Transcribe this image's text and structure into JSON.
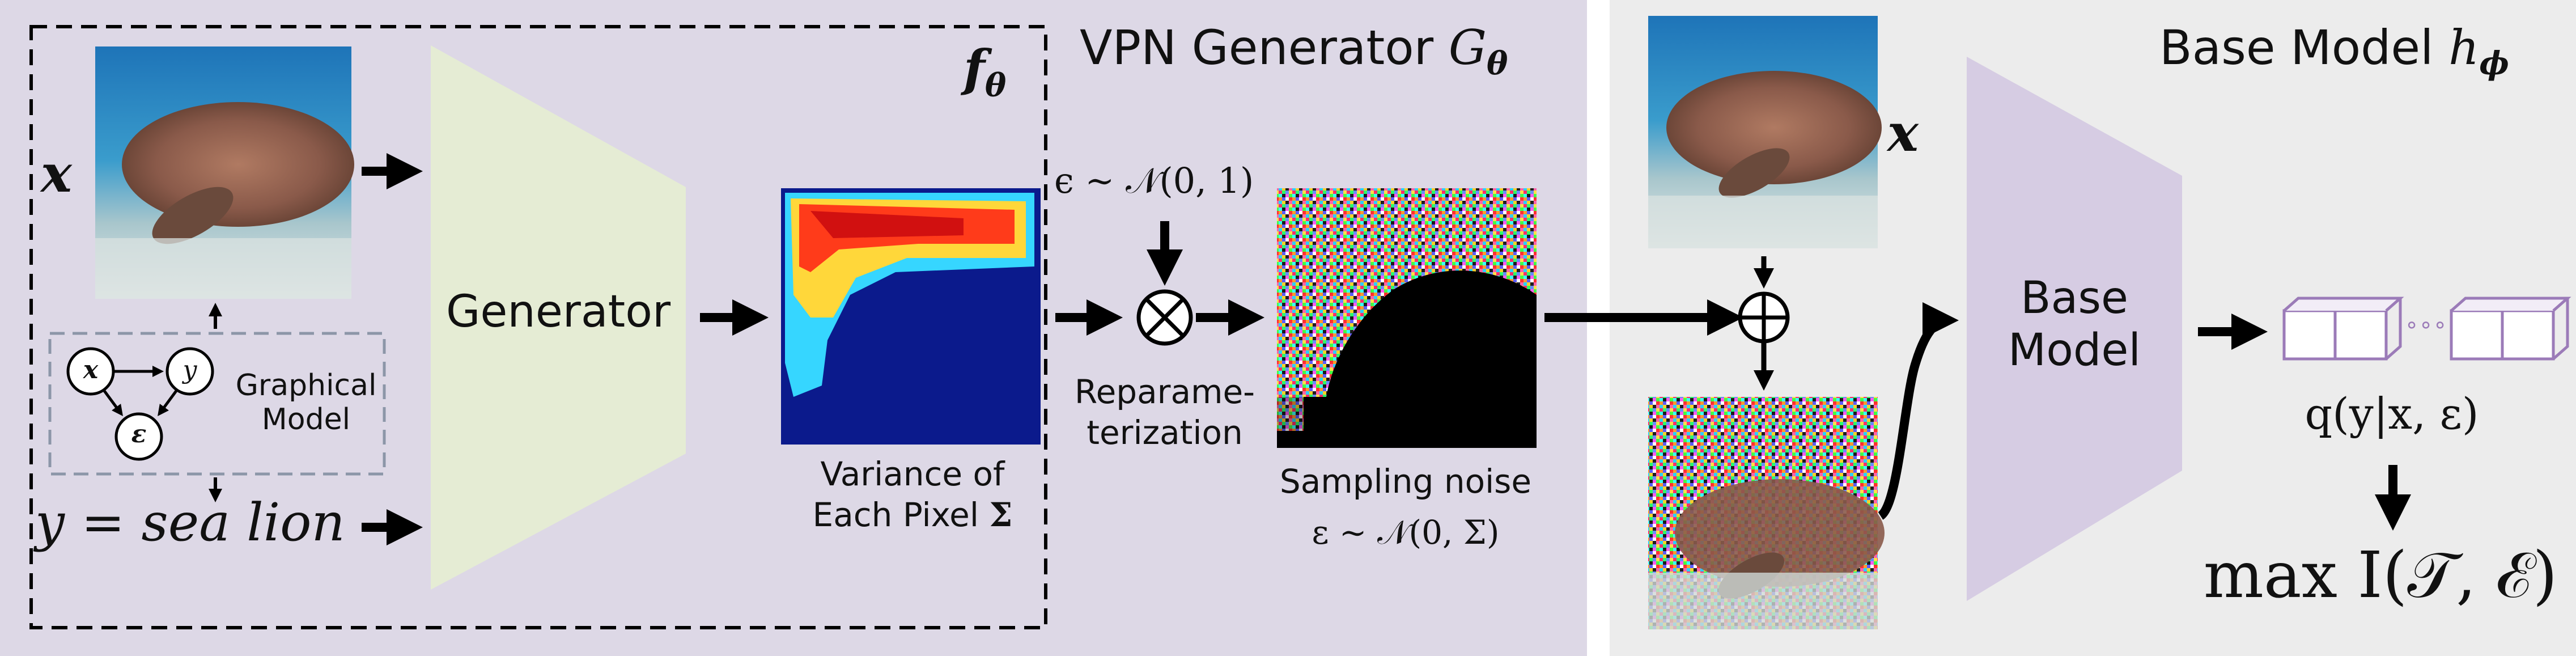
{
  "left_panel": {
    "title": "VPN Generator ",
    "title_symbol": "G",
    "title_subscript": "θ",
    "f_symbol": "f",
    "f_subscript": "θ",
    "input_x": "x",
    "label_y": "y = sea lion",
    "graphical_model": {
      "label_line1": "Graphical",
      "label_line2": "Model",
      "nodes": [
        "x",
        "y",
        "ε"
      ]
    },
    "generator_label": "Generator",
    "variance_label_line1": "Variance of",
    "variance_label_line2": "Each Pixel ",
    "variance_symbol": "Σ",
    "epsilon_prior": "ϵ ∼ 𝒩(0, 1)",
    "reparam_label_line1": "Reparame-",
    "reparam_label_line2": "terization",
    "multiply_op": "⊗",
    "sampling_label": "Sampling noise",
    "sampling_formula": "ε ∼ 𝒩(0, Σ)"
  },
  "right_panel": {
    "title": "Base Model  ",
    "title_symbol": "h",
    "title_subscript": "ϕ",
    "input_x": "x",
    "add_op": "⊕",
    "base_model_line1": "Base",
    "base_model_line2": "Model",
    "output_dots": "∘∘∘",
    "output_label": "q(y|x, ε)",
    "objective": "max I(𝒯, ℰ)"
  },
  "colors": {
    "left_bg": "#ddd8e6",
    "right_bg": "#ececec",
    "generator_fill": "#e5ecd4",
    "base_model_fill": "#d6cce3",
    "output_box_stroke": "#9b7bb8",
    "graph_box_stroke": "#8c96a8"
  },
  "icons": [
    "sea-lion-photo",
    "variance-heatmap",
    "noise-pattern",
    "noisy-sea-lion-photo"
  ]
}
